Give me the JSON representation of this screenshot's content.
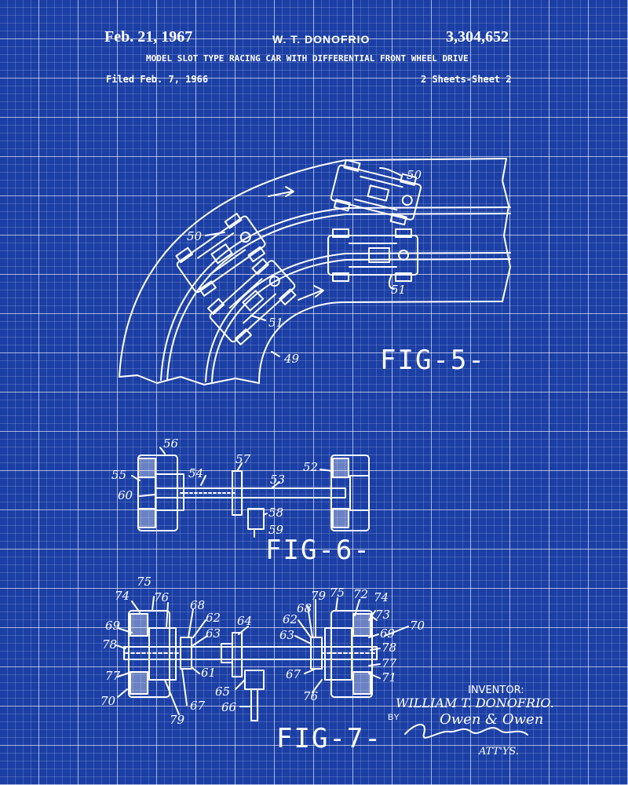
{
  "header": {
    "date": "Feb. 21, 1967",
    "inventor_name": "W. T. DONOFRIO",
    "patent_number": "3,304,652",
    "title": "MODEL SLOT TYPE RACING CAR WITH DIFFERENTIAL FRONT WHEEL DRIVE",
    "filed": "Filed Feb. 7, 1966",
    "sheets": "2 Sheets-Sheet 2"
  },
  "figures": {
    "fig5": {
      "label": "FIG-5-",
      "refs": {
        "car_upper": "50",
        "car_left": "50",
        "car_lower_right": "51",
        "car_lower_left": "51",
        "track": "49"
      }
    },
    "fig6": {
      "label": "FIG-6-",
      "refs": {
        "r56": "56",
        "r55": "55",
        "r60": "60",
        "r54": "54",
        "r57": "57",
        "r53": "53",
        "r52": "52",
        "r58": "58",
        "r59": "59"
      }
    },
    "fig7": {
      "label": "FIG-7-",
      "refs": {
        "l74": "74",
        "l75": "75",
        "l76": "76",
        "l68": "68",
        "l62": "62",
        "l63": "63",
        "l69": "69",
        "l78": "78",
        "l77": "77",
        "l70": "70",
        "l61": "61",
        "l67": "67",
        "l79": "79",
        "l65": "65",
        "l66": "66",
        "l64": "64",
        "r79": "79",
        "r75": "75",
        "r72": "72",
        "r74": "74",
        "r62": "62",
        "r68": "68",
        "r73": "73",
        "r70": "70",
        "r63": "63",
        "r69": "69",
        "r78": "78",
        "r77": "77",
        "r67": "67",
        "r71": "71",
        "r76": "76"
      }
    }
  },
  "inventor_block": {
    "label": "INVENTOR:",
    "name": "WILLIAM T. DONOFRIO.",
    "by": "BY",
    "signature": "Owen & Owen",
    "atty": "ATT'YS."
  },
  "colors": {
    "background": "#1b3fa5",
    "ink": "#ffffff"
  }
}
